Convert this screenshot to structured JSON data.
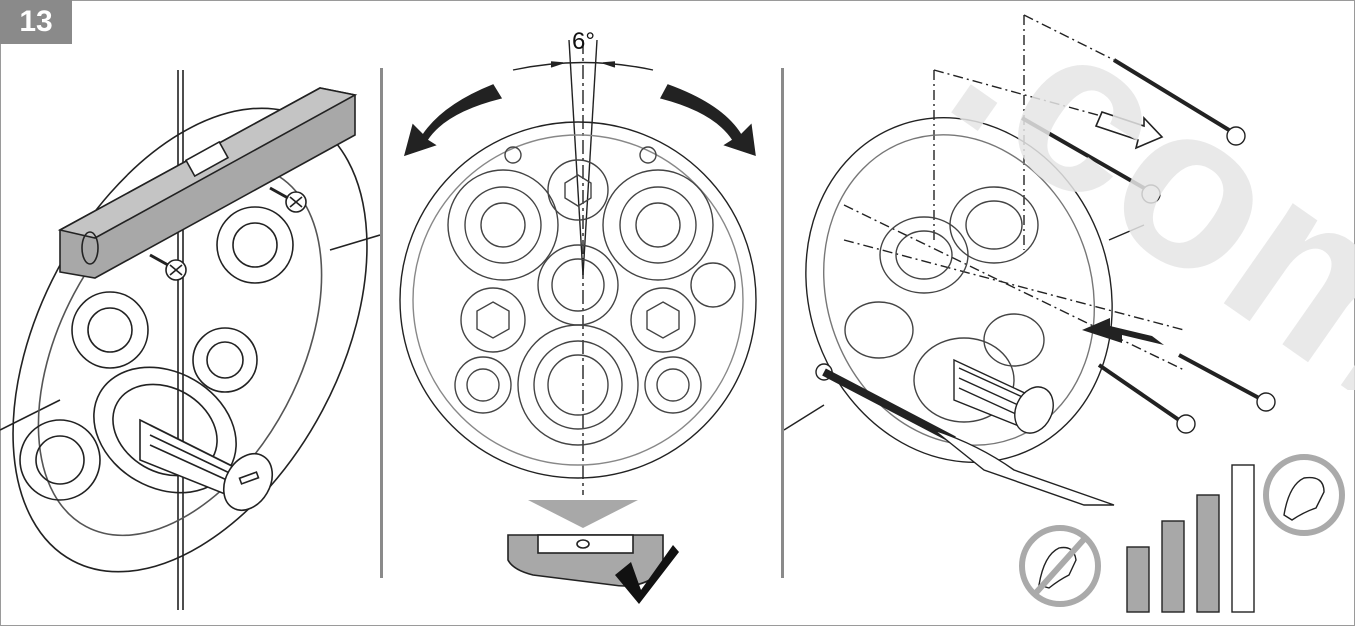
{
  "step": {
    "number": "13"
  },
  "panel_level": {},
  "panel_angle": {
    "angle_label": "6°"
  },
  "panel_screws": {},
  "watermark": {
    "text": ".com"
  }
}
